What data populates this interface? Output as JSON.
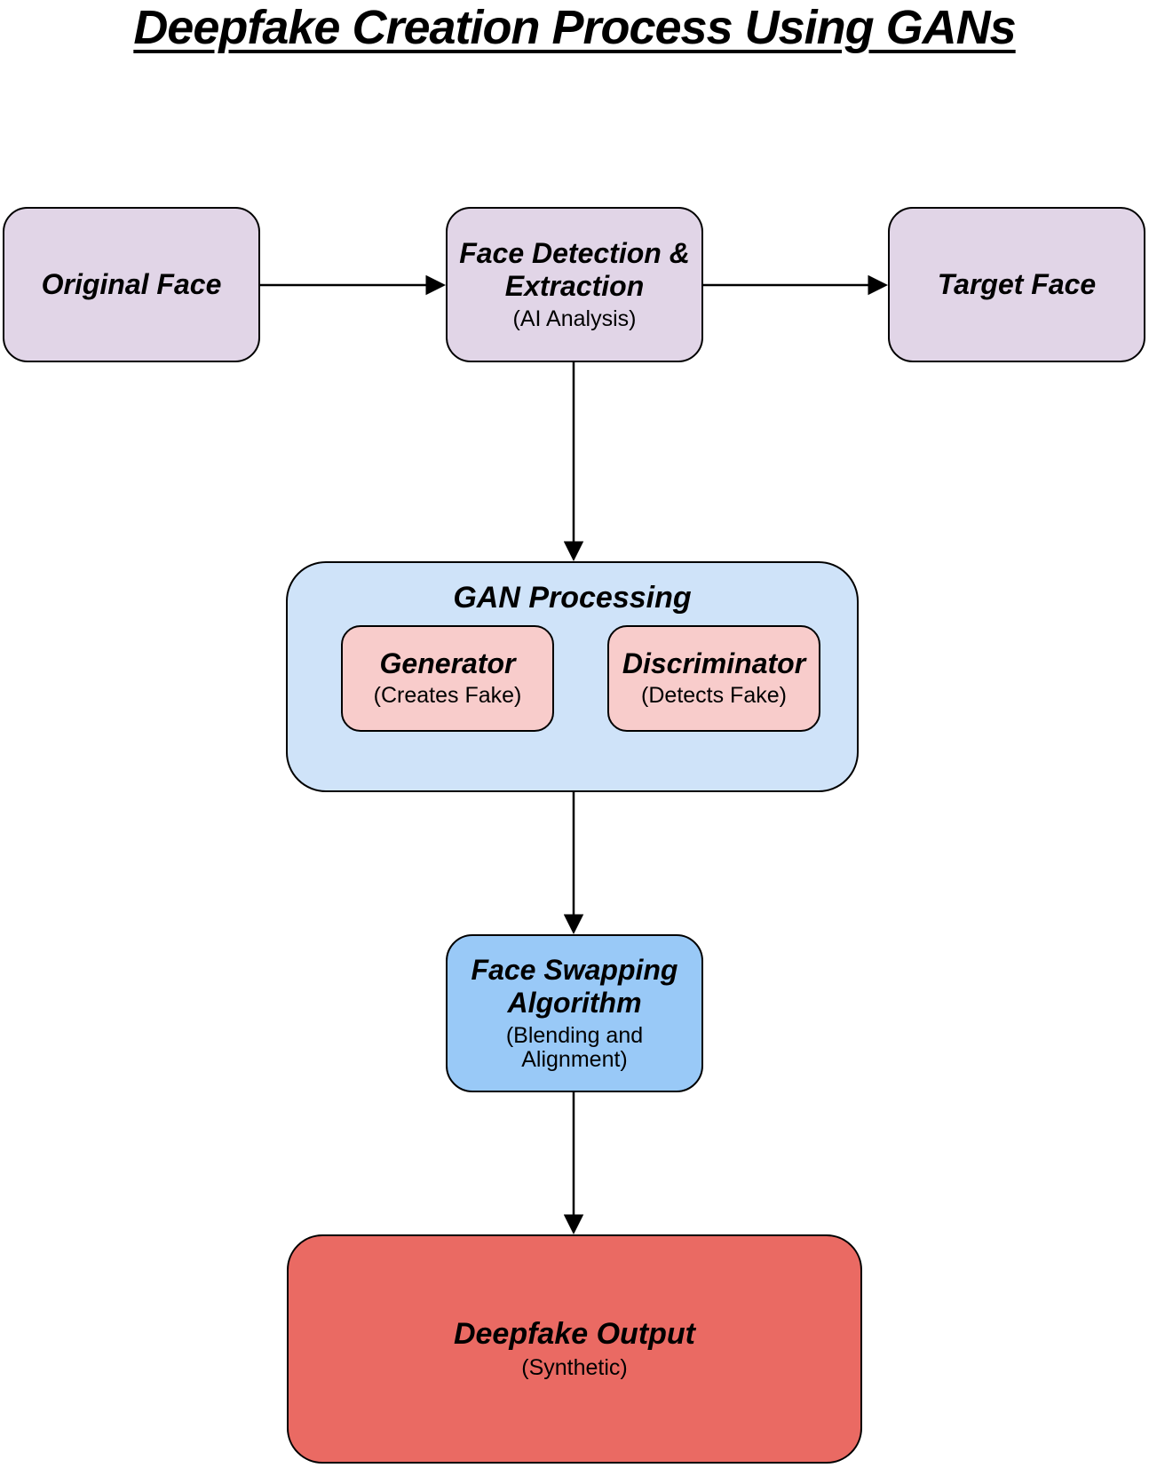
{
  "title": "Deepfake Creation Process Using GANs",
  "colors": {
    "node_purple": "#e1d5e7",
    "gan_container_blue": "#cfe3f9",
    "node_blue": "#99c9f7",
    "node_pink": "#f8cccb",
    "node_red": "#ea6a63",
    "stroke": "#000000"
  },
  "nodes": {
    "original_face": {
      "label": "Original Face"
    },
    "face_detection": {
      "label": "Face Detection & Extraction",
      "sublabel": "(AI Analysis)"
    },
    "target_face": {
      "label": "Target Face"
    },
    "gan_processing": {
      "label": "GAN Processing"
    },
    "generator": {
      "label": "Generator",
      "sublabel": "(Creates Fake)"
    },
    "discriminator": {
      "label": "Discriminator",
      "sublabel": "(Detects Fake)"
    },
    "face_swapping": {
      "label": "Face Swapping Algorithm",
      "sublabel": "(Blending and Alignment)"
    },
    "deepfake_output": {
      "label": "Deepfake Output",
      "sublabel": "(Synthetic)"
    }
  }
}
